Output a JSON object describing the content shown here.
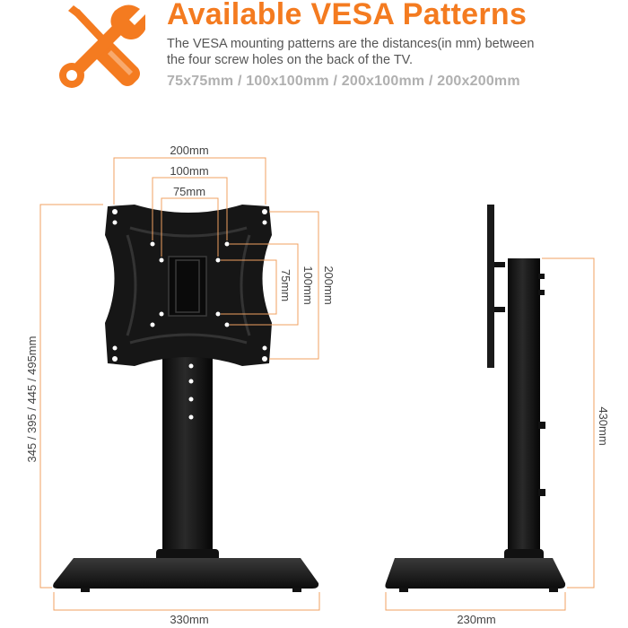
{
  "header": {
    "title": "Available VESA Patterns",
    "description_line1": "The VESA mounting patterns are the distances(in mm) between",
    "description_line2": "the four screw holes on the back of the TV.",
    "patterns": "75x75mm / 100x100mm / 200x100mm / 200x200mm",
    "icon": "wrench-screwdriver-icon"
  },
  "front_view": {
    "width_200": "200mm",
    "width_100": "100mm",
    "width_75": "75mm",
    "height_200": "200mm",
    "height_100": "100mm",
    "height_75": "75mm",
    "total_height": "345 / 395 / 445 / 495mm",
    "base_width": "330mm"
  },
  "side_view": {
    "height": "430mm",
    "base_depth": "230mm"
  },
  "colors": {
    "accent": "#F47B20",
    "dimension_line": "#F0A060",
    "stand": "#111111",
    "glass": "#222222"
  }
}
